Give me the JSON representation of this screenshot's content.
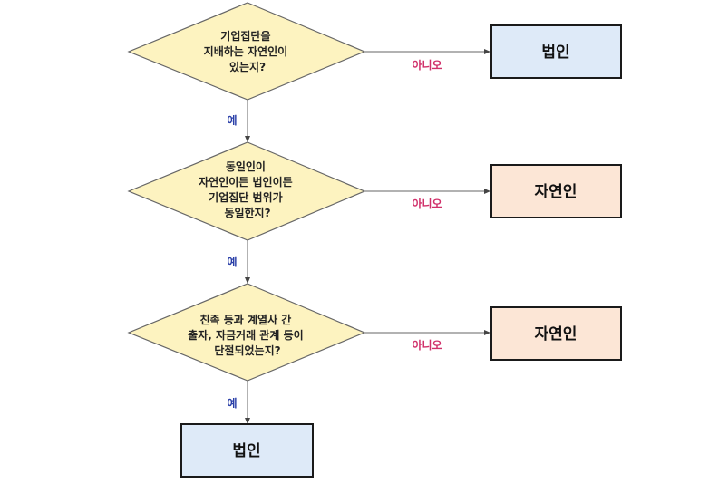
{
  "colors": {
    "diamond_fill": "#fdf3c0",
    "diamond_stroke": "#666666",
    "box_blue": "#deeaf8",
    "box_peach": "#fce6d6",
    "box_stroke": "#1a1a1a",
    "no_label": "#d0306a",
    "yes_label": "#2a3fa8",
    "line": "#666666"
  },
  "decisions": [
    {
      "lines": [
        "기업집단을",
        "지배하는 자연인이",
        "있는지?"
      ]
    },
    {
      "lines": [
        "동일인이",
        "자연인이든 법인이든",
        "기업집단 범위가",
        "동일한지?"
      ]
    },
    {
      "lines": [
        "친족 등과 계열사 간",
        "출자, 자금거래 관계 등이",
        "단절되었는지?"
      ]
    }
  ],
  "results": [
    {
      "label": "법인"
    },
    {
      "label": "자연인"
    },
    {
      "label": "자연인"
    },
    {
      "label": "법인"
    }
  ],
  "edges": {
    "no": "아니오",
    "yes": "예"
  }
}
